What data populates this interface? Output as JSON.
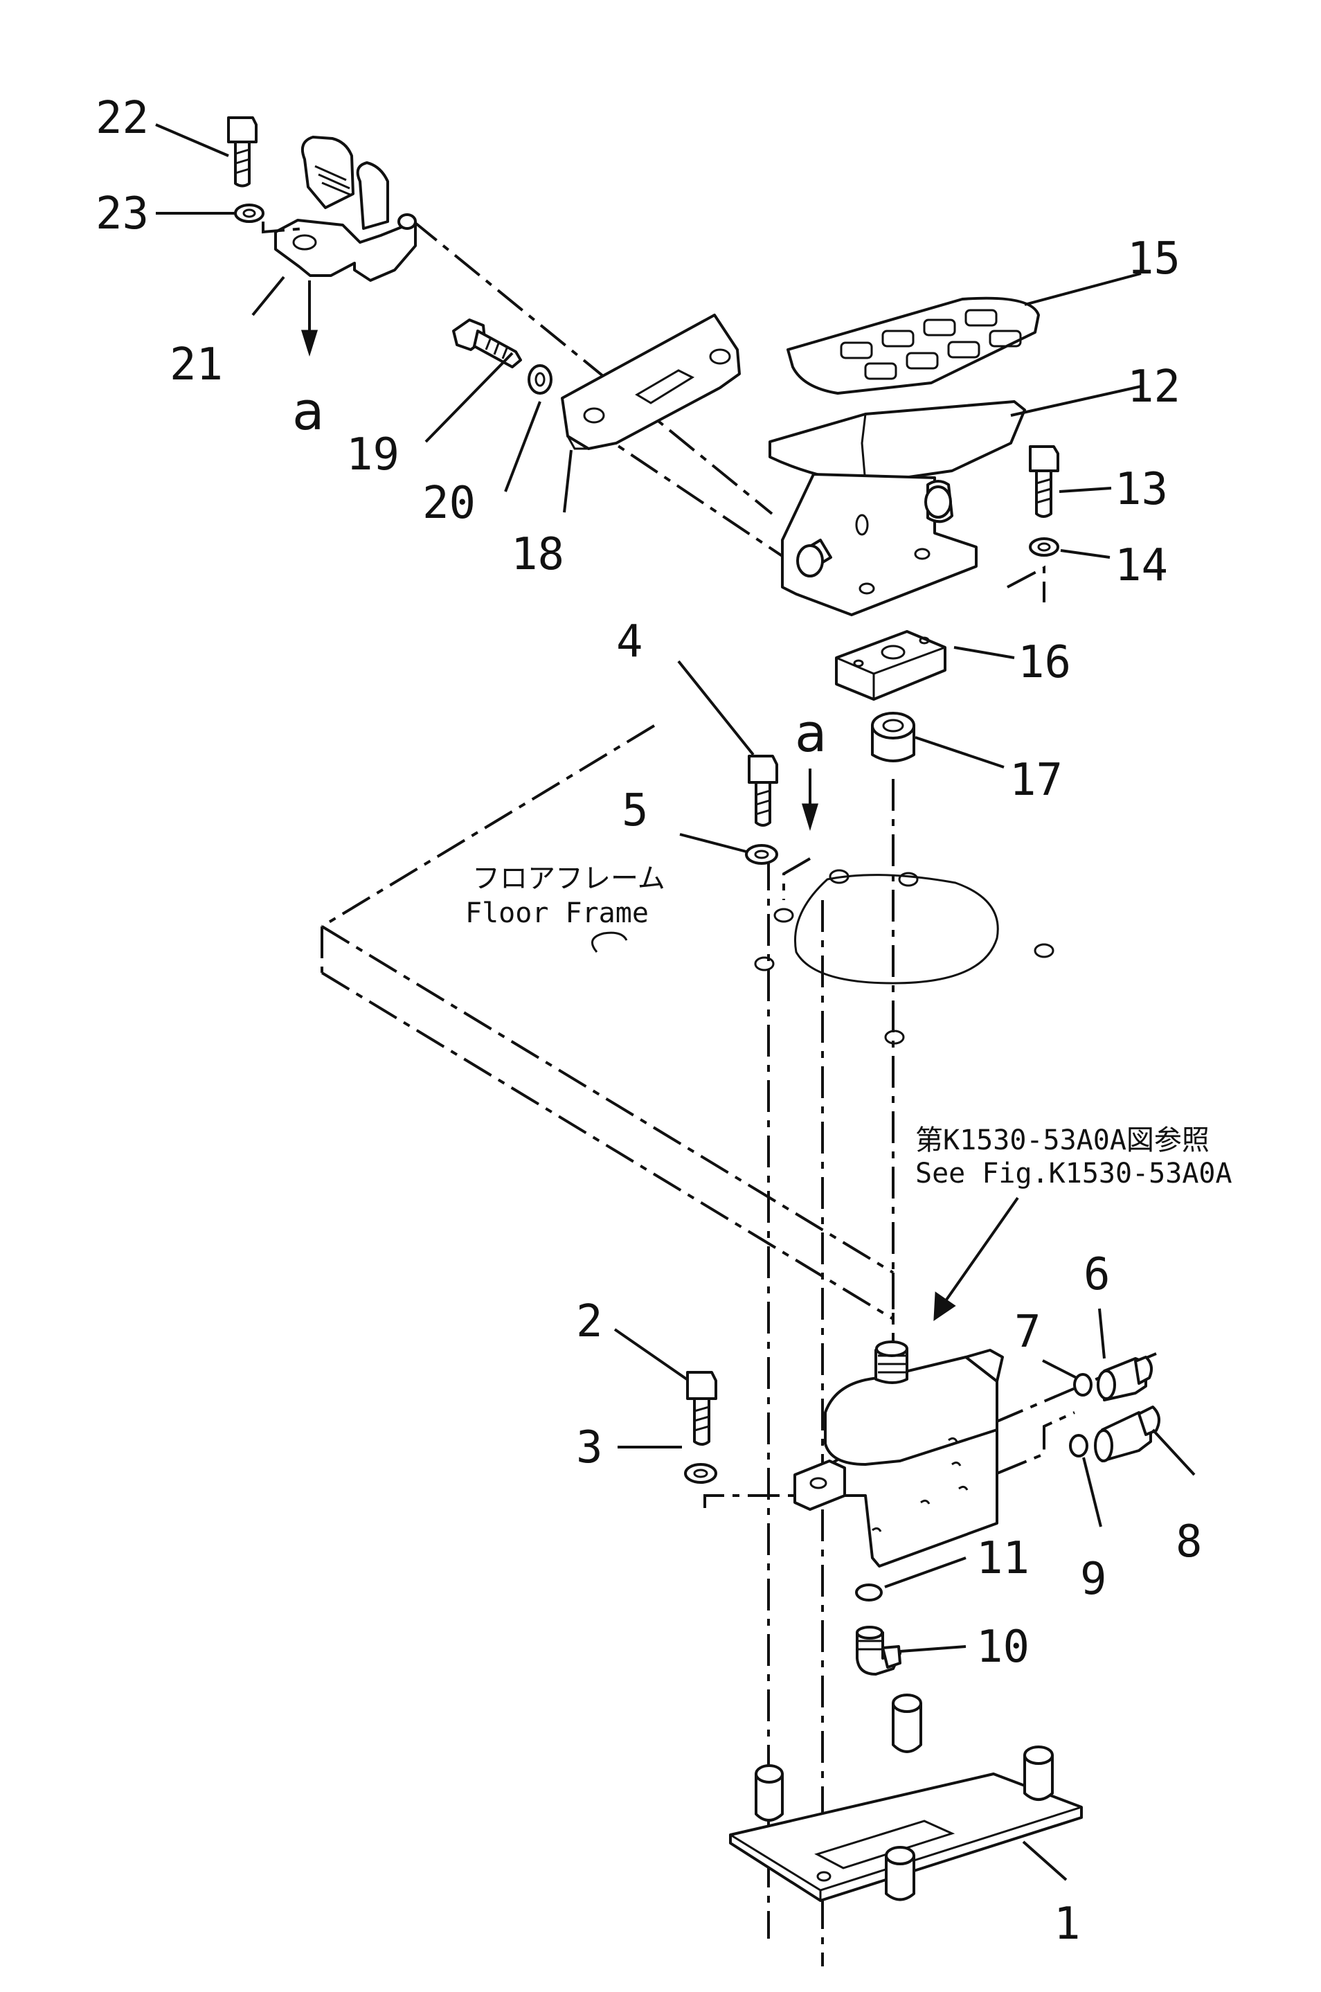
{
  "floor_frame": {
    "label_jp": "フロアフレーム",
    "label_en": "Floor Frame"
  },
  "reference_note": {
    "line_jp": "第K1530-53A0A図参照",
    "line_en": "See Fig.K1530-53A0A"
  },
  "view_marks": {
    "a1": "a",
    "a2": "a"
  },
  "callouts": {
    "c1": "1",
    "c2": "2",
    "c3": "3",
    "c4": "4",
    "c5": "5",
    "c6": "6",
    "c7": "7",
    "c8": "8",
    "c9": "9",
    "c10": "10",
    "c11": "11",
    "c12": "12",
    "c13": "13",
    "c14": "14",
    "c15": "15",
    "c16": "16",
    "c17": "17",
    "c18": "18",
    "c19": "19",
    "c20": "20",
    "c21": "21",
    "c22": "22",
    "c23": "23"
  }
}
